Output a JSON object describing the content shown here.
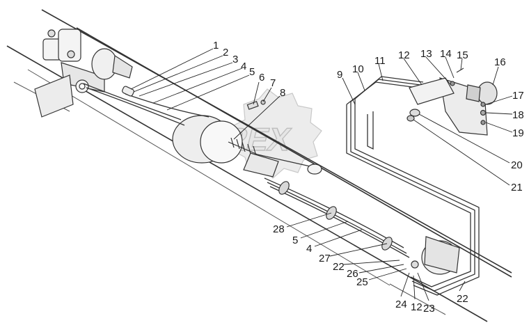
{
  "watermark": {
    "text": "REX",
    "colors": {
      "fill": "#e6e6e6",
      "stroke": "#bdbdbd"
    }
  },
  "colors": {
    "line": "#333333",
    "part_fill": "#f4f4f4",
    "part_shade": "#d8d8d8",
    "label": "#1a1a1a"
  },
  "callouts": [
    {
      "id": "c1",
      "label": "1"
    },
    {
      "id": "c2",
      "label": "2"
    },
    {
      "id": "c3",
      "label": "3"
    },
    {
      "id": "c4",
      "label": "4"
    },
    {
      "id": "c5",
      "label": "5"
    },
    {
      "id": "c6",
      "label": "6"
    },
    {
      "id": "c7",
      "label": "7"
    },
    {
      "id": "c8",
      "label": "8"
    },
    {
      "id": "c9",
      "label": "9"
    },
    {
      "id": "c10",
      "label": "10"
    },
    {
      "id": "c11",
      "label": "11"
    },
    {
      "id": "c12",
      "label": "12"
    },
    {
      "id": "c13",
      "label": "13"
    },
    {
      "id": "c14",
      "label": "14"
    },
    {
      "id": "c15",
      "label": "15"
    },
    {
      "id": "c16",
      "label": "16"
    },
    {
      "id": "c17",
      "label": "17"
    },
    {
      "id": "c18",
      "label": "18"
    },
    {
      "id": "c19",
      "label": "19"
    },
    {
      "id": "c20",
      "label": "20"
    },
    {
      "id": "c21",
      "label": "21"
    },
    {
      "id": "c28",
      "label": "28"
    },
    {
      "id": "c5b",
      "label": "5"
    },
    {
      "id": "c4b",
      "label": "4"
    },
    {
      "id": "c27",
      "label": "27"
    },
    {
      "id": "c22",
      "label": "22"
    },
    {
      "id": "c26",
      "label": "26"
    },
    {
      "id": "c25",
      "label": "25"
    },
    {
      "id": "c24",
      "label": "24"
    },
    {
      "id": "c12b",
      "label": "12"
    },
    {
      "id": "c23",
      "label": "23"
    },
    {
      "id": "c22b",
      "label": "22"
    }
  ]
}
